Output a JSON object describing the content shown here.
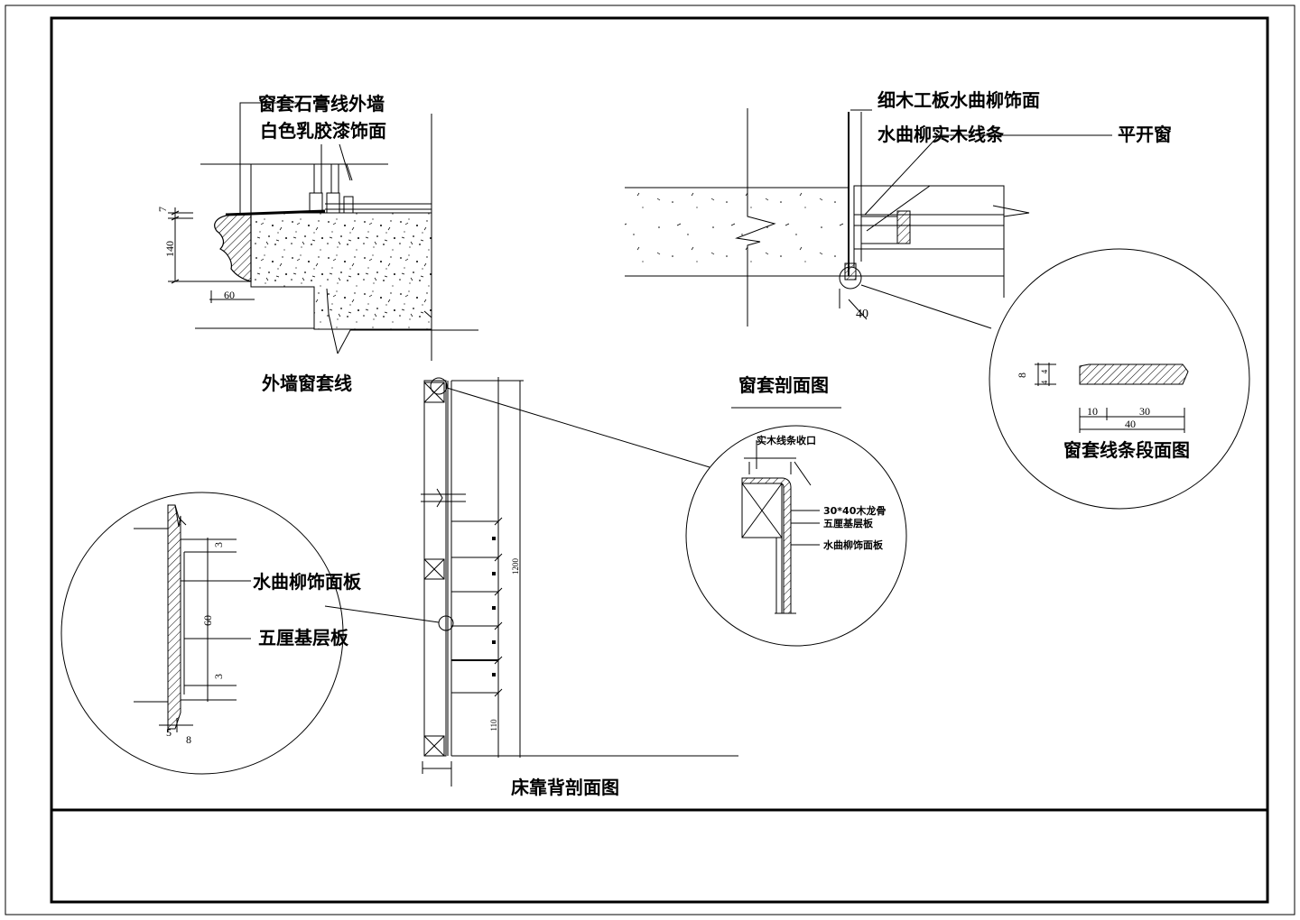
{
  "labels": {
    "window_gypsum_line": "窗套石膏线外墙",
    "white_latex_paint": "白色乳胶漆饰面",
    "exterior_window_trim": "外墙窗套线",
    "plywood_ash_veneer": "细木工板水曲柳饰面",
    "ash_solid_wood_strip": "水曲柳实木线条",
    "casement_window": "平开窗",
    "window_trim_section": "窗套剖面图",
    "trim_strip_section": "窗套线条段面图",
    "headboard_section": "床靠背剖面图",
    "ash_veneer_panel": "水曲柳饰面板",
    "five_ply_base": "五厘基层板",
    "solid_wood_edge": "实木线条收口",
    "wood_keel": "30*40木龙骨",
    "five_ply_base_small": "五厘基层板",
    "ash_veneer_small": "水曲柳饰面板"
  },
  "dimensions": {
    "d7": "7",
    "d140": "140",
    "d60": "60",
    "d40": "40",
    "d8": "8",
    "d4a": "4",
    "d4b": "4",
    "d10": "10",
    "d30": "30",
    "d40b": "40",
    "d3a": "3",
    "d60b": "60",
    "d3b": "3",
    "d5": "5",
    "d8b": "8",
    "d1200": "1200",
    "d110": "110"
  },
  "colors": {
    "line": "#000000",
    "background": "#ffffff"
  }
}
